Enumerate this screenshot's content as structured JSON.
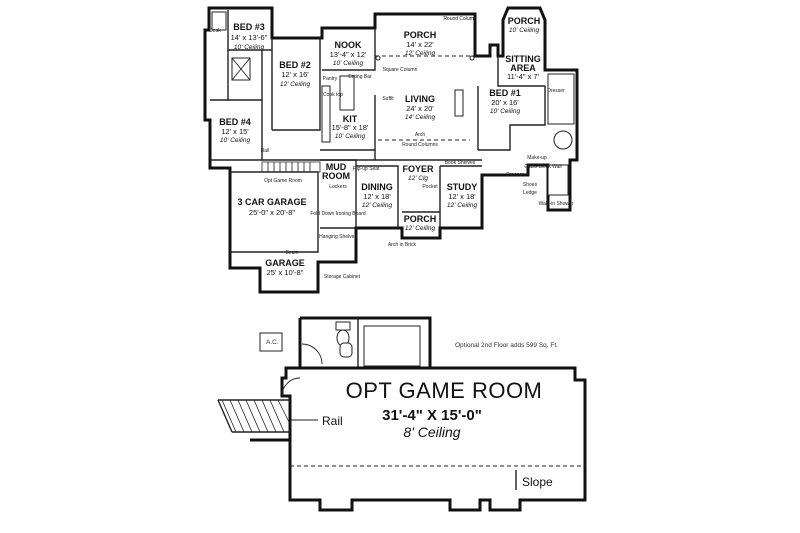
{
  "rooms": {
    "bed3": {
      "name": "BED #3",
      "dim": "14' x 13'-6\"",
      "ceiling": "10' Ceiling"
    },
    "bed2": {
      "name": "BED #2",
      "dim": "12' x 16'",
      "ceiling": "12' Ceiling"
    },
    "bed4": {
      "name": "BED #4",
      "dim": "12' x 15'",
      "ceiling": "10' Ceiling"
    },
    "nook": {
      "name": "NOOK",
      "dim": "13'-4\" x 12'",
      "ceiling": "10' Ceiling"
    },
    "kit": {
      "name": "KIT",
      "dim": "15'-8\" x 18'",
      "ceiling": "10' Ceiling"
    },
    "porch_top": {
      "name": "PORCH",
      "dim": "14' x 22'",
      "ceiling": "12' Ceiling"
    },
    "porch_right": {
      "name": "PORCH",
      "ceiling": "10' Ceiling"
    },
    "sitting": {
      "name": "SITTING AREA",
      "line1": "SITTING",
      "line2": "AREA",
      "dim": "11'-4\" x 7'"
    },
    "living": {
      "name": "LIVING",
      "dim": "24' x 20'",
      "ceiling": "14' Ceiling"
    },
    "bed1": {
      "name": "BED #1",
      "dim": "20' x 16'",
      "ceiling": "10' Ceiling"
    },
    "garage3": {
      "name": "3 CAR GARAGE",
      "dim": "25'-0\" x 20'-8\""
    },
    "mud": {
      "name": "MUD ROOM",
      "line1": "MUD",
      "line2": "ROOM"
    },
    "dining": {
      "name": "DINING",
      "dim": "12' x 18'",
      "ceiling": "12' Ceiling"
    },
    "foyer": {
      "name": "FOYER",
      "ceiling": "12' Clg"
    },
    "study": {
      "name": "STUDY",
      "dim": "12' x 18'",
      "ceiling": "12' Ceiling"
    },
    "porch_front": {
      "name": "PORCH",
      "ceiling": "12' Ceiling"
    },
    "garage": {
      "name": "GARAGE",
      "dim": "25' x 10'-8\""
    }
  },
  "notes": {
    "round_column": "Round Column",
    "round_columns": "Round Columns",
    "square_column": "Square Column",
    "eating_bar": "Eating Bar",
    "pantry": "Pantry",
    "cook_top": "Cook top",
    "suffit": "Suffit",
    "arch": "Arch",
    "arch_in_brick": "Arch in Brick",
    "rail": "Rail",
    "opt_game_room": "Opt Game Room",
    "lockers": "Lockers",
    "fold_down_ironing": "Fold Down Ironing Board",
    "hanging_shelves": "Hanging Shelves",
    "beam": "Beam",
    "storage_cabinet": "Storage Cabinet",
    "flip_up_seat": "Flip-up Seat",
    "pocket": "Pocket",
    "book_shelves": "Book Shelves",
    "make_up": "Make-up",
    "glass_block_wall": "Glass Block Wall",
    "dresser": "Dresser",
    "shoes": "Shoes",
    "ledge": "Ledge",
    "walk_in_shower": "Walk-in Shower",
    "desk": "Desk",
    "clg": "12' Clg",
    "ac": "A.C."
  },
  "upper": {
    "optional_note": "Optional 2nd Floor adds 599 Sq. Ft.",
    "room_name": "OPT GAME ROOM",
    "room_dim": "31'-4\" X 15'-0\"",
    "room_ceiling": "8' Ceiling",
    "rail": "Rail",
    "slope": "Slope",
    "ac": "A.C."
  }
}
